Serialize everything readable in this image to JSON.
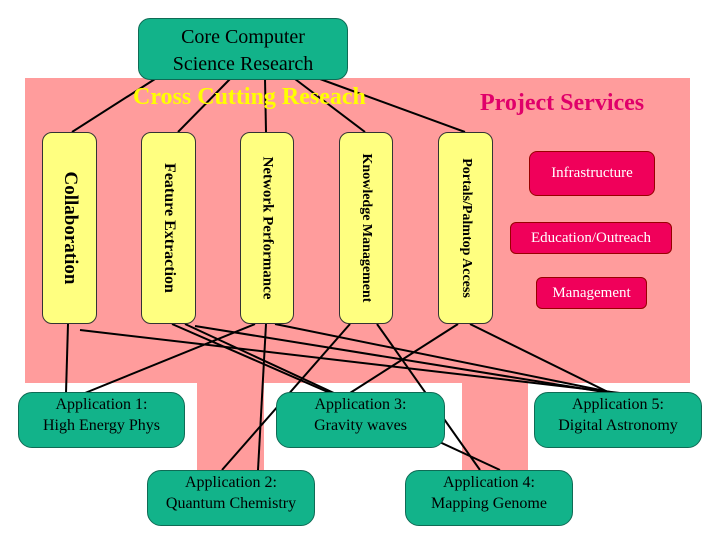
{
  "core": "Core Computer\nScience Research",
  "cross_cutting_title": "Cross Cutting Reseach",
  "project_services_title": "Project Services",
  "research_areas": [
    "Collaboration",
    "Feature Extraction",
    "Network Performance",
    "Knowledge Management",
    "Portals/Palmtop Access"
  ],
  "services": [
    "Infrastructure",
    "Education/Outreach",
    "Management"
  ],
  "applications": [
    {
      "title": "Application 1:",
      "subtitle": "High Energy Phys"
    },
    {
      "title": "Application 2:",
      "subtitle": "Quantum Chemistry"
    },
    {
      "title": "Application 3:",
      "subtitle": "Gravity waves"
    },
    {
      "title": "Application 4:",
      "subtitle": "Mapping Genome"
    },
    {
      "title": "Application 5:",
      "subtitle": "Digital Astronomy"
    }
  ],
  "colors": {
    "pink_background": "#ff9c9c",
    "node_green": "#12b38a",
    "column_yellow": "#ffff80",
    "service_magenta": "#f0005a",
    "cross_cutting_title": "#ffff00",
    "project_services_title": "#e0006a"
  }
}
